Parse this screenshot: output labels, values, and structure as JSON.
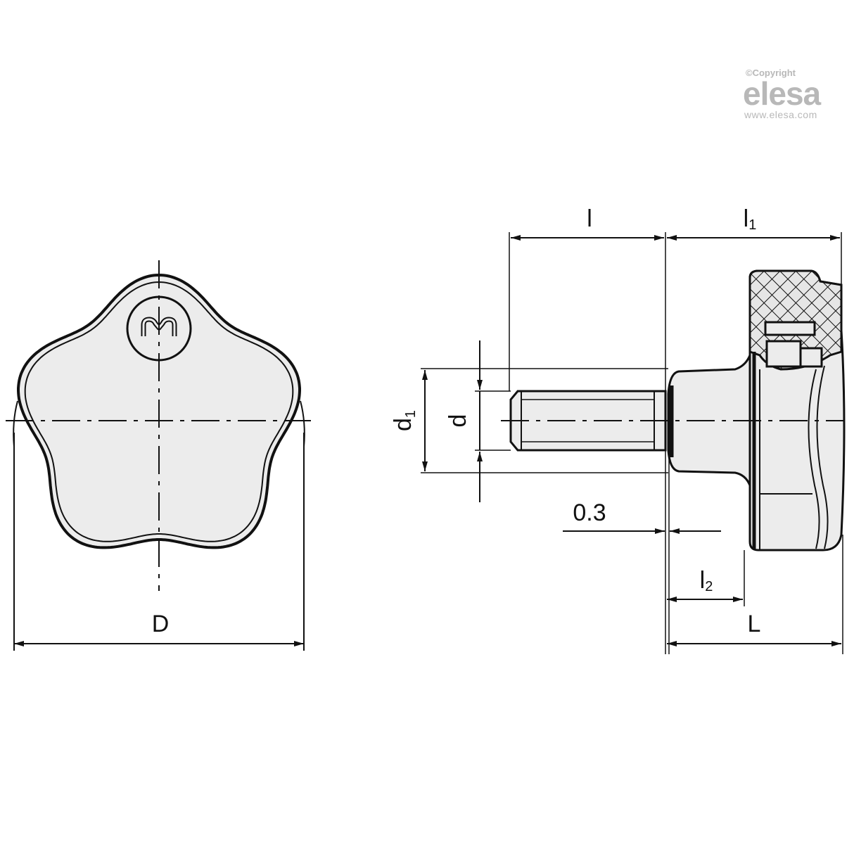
{
  "logo": {
    "copyright": "©Copyright",
    "brand": "elesa",
    "url": "www.elesa.com"
  },
  "labels": {
    "D": "D",
    "l": "l",
    "l1_base": "l",
    "l1_sub": "1",
    "l2_base": "l",
    "l2_sub": "2",
    "L": "L",
    "d": "d",
    "d1_base": "d",
    "d1_sub": "1",
    "gap": "0.3"
  },
  "colors": {
    "line": "#111111",
    "fill": "#ececec",
    "logo": "#b8b8b8"
  }
}
